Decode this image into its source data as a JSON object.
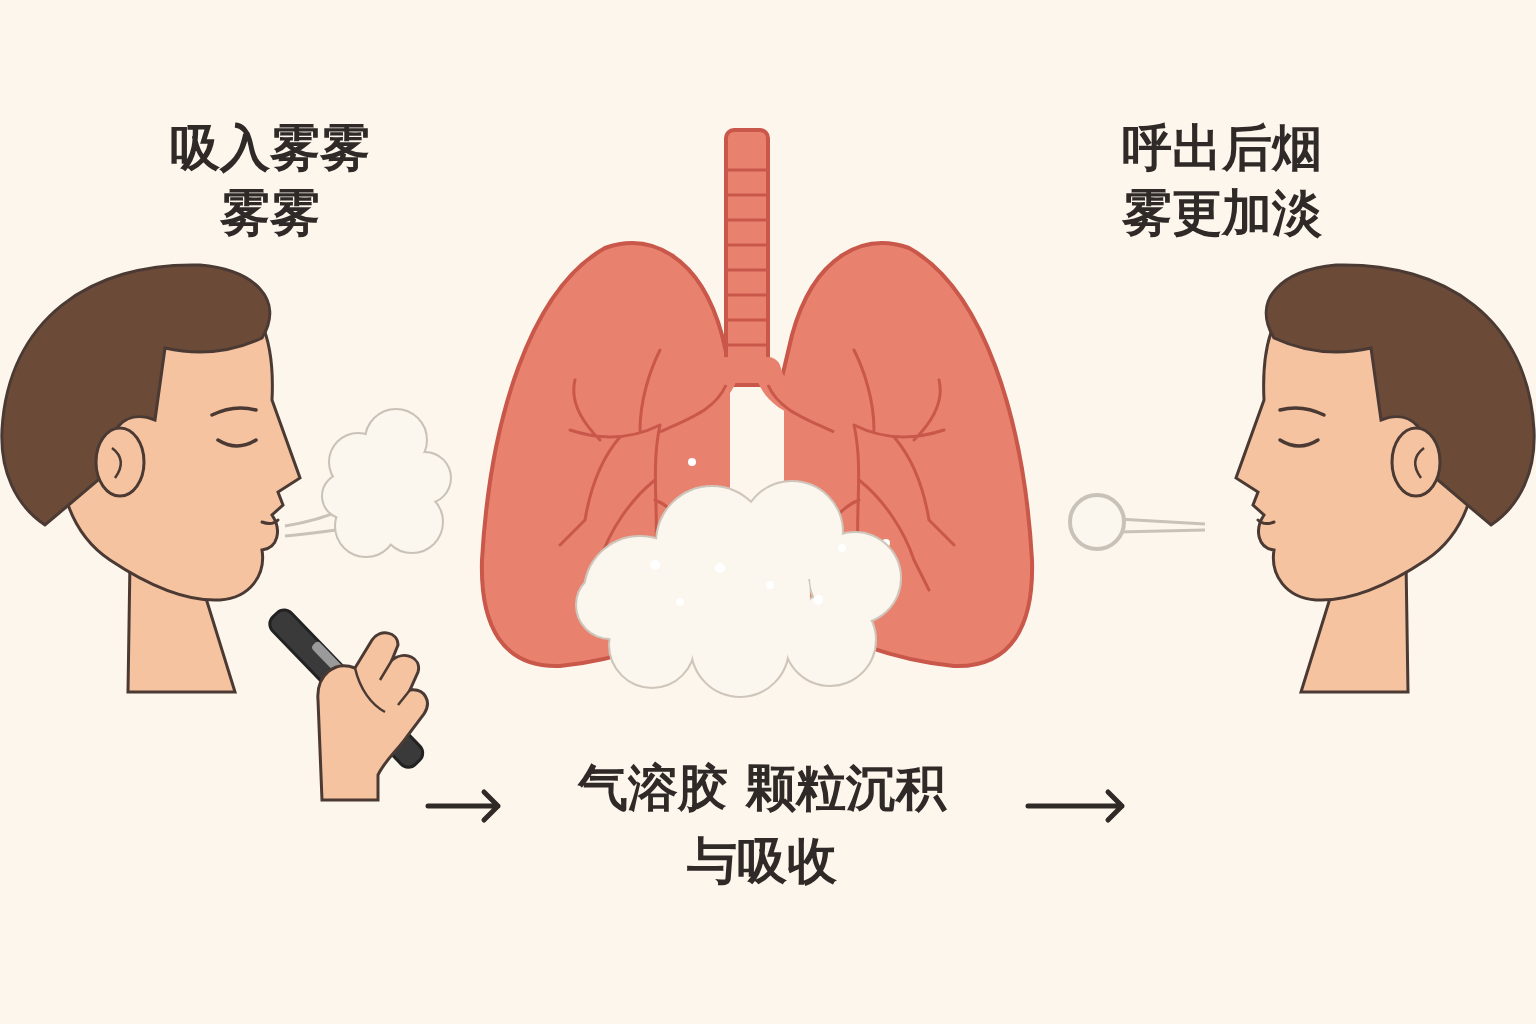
{
  "diagram": {
    "labels": [
      "吸入雾雾 雾雾",
      "呼出后烟 雾更加淡",
      "气溶胶 颗粒沉积 与吸收"
    ]
  }
}
